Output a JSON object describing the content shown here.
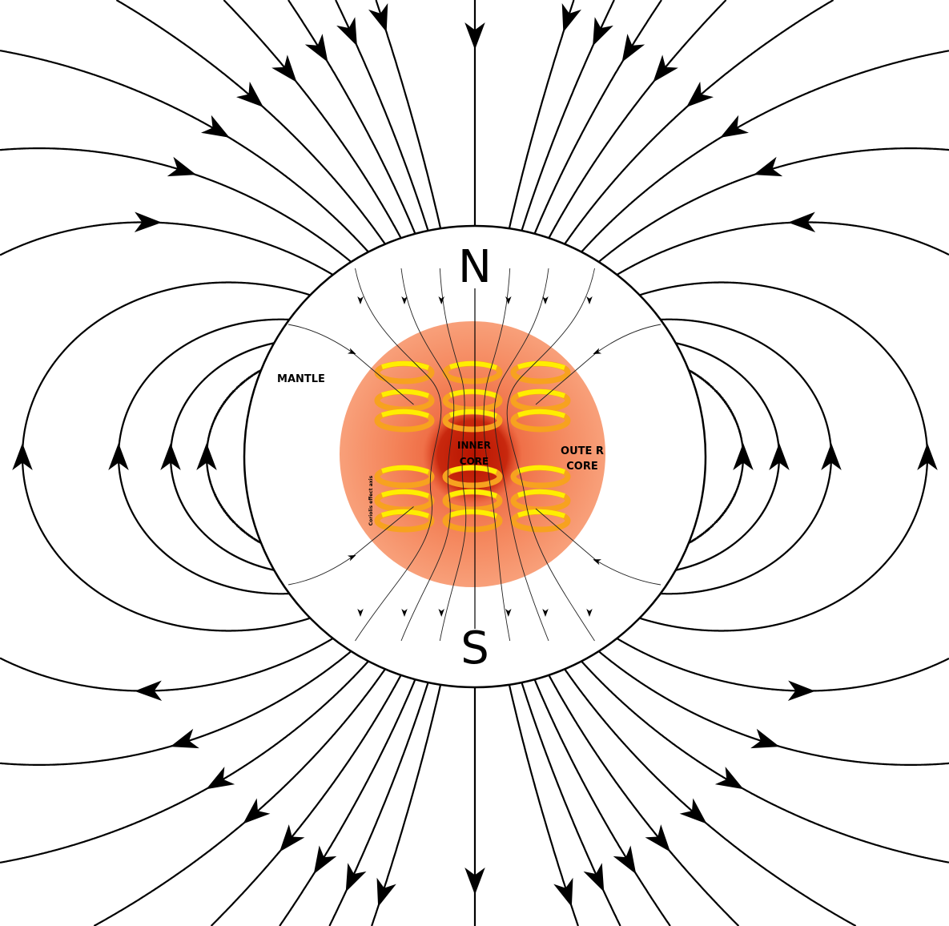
{
  "diagram": {
    "north_label": "N",
    "south_label": "S",
    "mantle_label": "MANTLE",
    "inner_core_label": [
      "INNER",
      "CORE"
    ],
    "outer_core_label": [
      "OUTE R",
      "CORE"
    ],
    "coriolis_label": "Coriolis effect axis"
  },
  "colors": {
    "field_line": "#000000",
    "earth_fill": "#ffffff",
    "outer_core": "#f4845a",
    "inner_core": "#c41e0a",
    "helix_yellow": "#ffee00",
    "helix_orange": "#f7a21f"
  }
}
